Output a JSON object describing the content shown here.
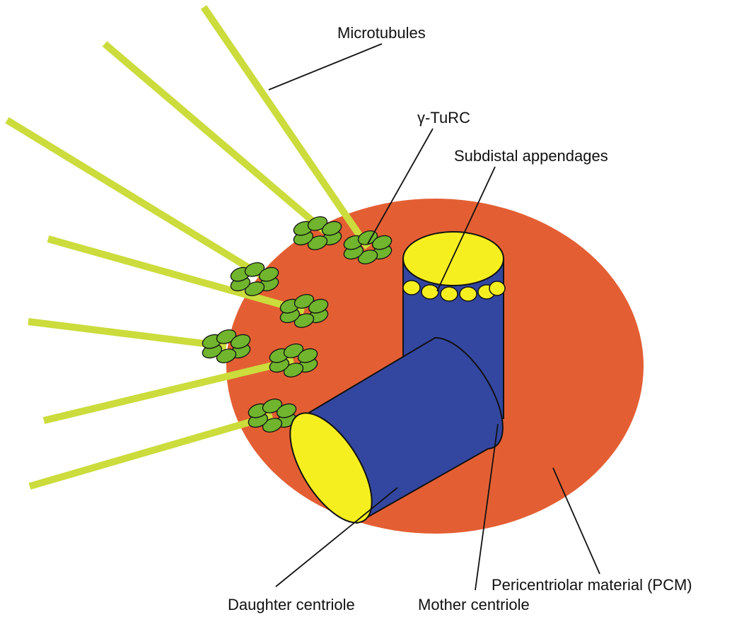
{
  "labels": {
    "microtubules": "Microtubules",
    "gamma_turc": "γ-TuRC",
    "subdistal_appendages": "Subdistal appendages",
    "pcm": "Pericentriolar material (PCM)",
    "daughter_centriole": "Daughter centriole",
    "mother_centriole": "Mother centriole"
  },
  "colors": {
    "pcm": "#e35f33",
    "centriole_body": "#3347a1",
    "centriole_end": "#f6ef20",
    "microtubule": "#cbdc3c",
    "gamma_turc": "#70b52d",
    "outline": "#111111"
  },
  "icons": {
    "microtubule": "rod",
    "gamma_turc": "ring-of-ovals",
    "centriole": "cylinder"
  }
}
